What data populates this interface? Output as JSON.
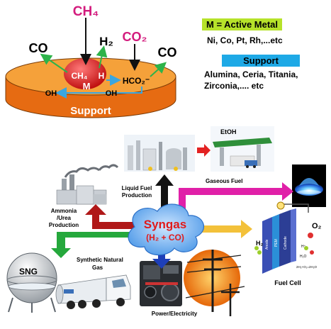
{
  "colors": {
    "active_metal_bg": "#b6e22a",
    "support_bg": "#1ea9e6",
    "disc_top": "#f5a13a",
    "disc_side": "#e66b12",
    "metal_particle": "#e52222",
    "magenta": "#d31b7d",
    "green_arrow": "#2db34a",
    "blue_arrow": "#3aa6e0",
    "syngas_cloud": "#4f9ae8",
    "syngas_text": "#e01a1a"
  },
  "catalyst": {
    "ch4_top": "CH₄",
    "co2_top": "CO₂",
    "h2_top": "H₂",
    "co_left": "CO",
    "co_right": "CO",
    "ch4_on_metal": "CH₄",
    "h_on_metal": "H",
    "metal_symbol": "M",
    "hco2_species": "HCO₂⁻",
    "oh_left": "OH",
    "oh_right": "OH",
    "support_label": "Support"
  },
  "legend": {
    "active_metal_title": "M = Active Metal",
    "active_metal_examples": "Ni, Co, Pt, Rh,...etc",
    "support_title": "Support",
    "support_examples_line1": "Alumina, Ceria, Titania,",
    "support_examples_line2": "Zirconia,.... etc"
  },
  "syngas": {
    "title": "Syngas",
    "formula": "(H₂ + CO)"
  },
  "products": {
    "etoh": "EtOH",
    "liquid_fuel_line1": "Liquid Fuel",
    "liquid_fuel_line2": "Production",
    "gaseous_fuel": "Gaseous Fuel",
    "ammonia_line1": "Ammonia",
    "ammonia_line2": "/Urea",
    "ammonia_line3": "Production",
    "sng_line1": "Synthetic Natural",
    "sng_line2": "Gas",
    "sng_tank": "SNG",
    "power": "Power/Electricity",
    "fuel_cell": "Fuel Cell",
    "fc_h2": "H₂",
    "fc_o2": "O₂",
    "fc_anode": "Anode",
    "fc_pem": "PEM",
    "fc_cathode": "Cathode",
    "fc_hplus": "H⁺",
    "fc_h2o": "H₂O",
    "fc_reaction": "2H₂+O₂=2H₂O"
  }
}
